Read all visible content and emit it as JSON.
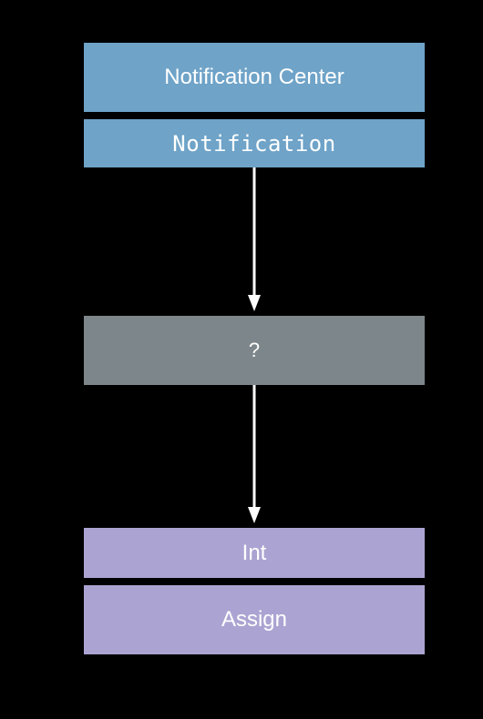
{
  "diagram": {
    "boxes": {
      "notification_center": {
        "label": "Notification Center",
        "color": "#6fa3c8"
      },
      "notification": {
        "label": "Notification",
        "color": "#6fa3c8"
      },
      "unknown": {
        "label": "?",
        "color": "#7d868a"
      },
      "int": {
        "label": "Int",
        "color": "#aba4d2"
      },
      "assign": {
        "label": "Assign",
        "color": "#aba4d2"
      }
    },
    "arrows": [
      {
        "from": "notification",
        "to": "unknown"
      },
      {
        "from": "unknown",
        "to": "int"
      }
    ],
    "background": "#000000",
    "arrow_color": "#ffffff"
  }
}
